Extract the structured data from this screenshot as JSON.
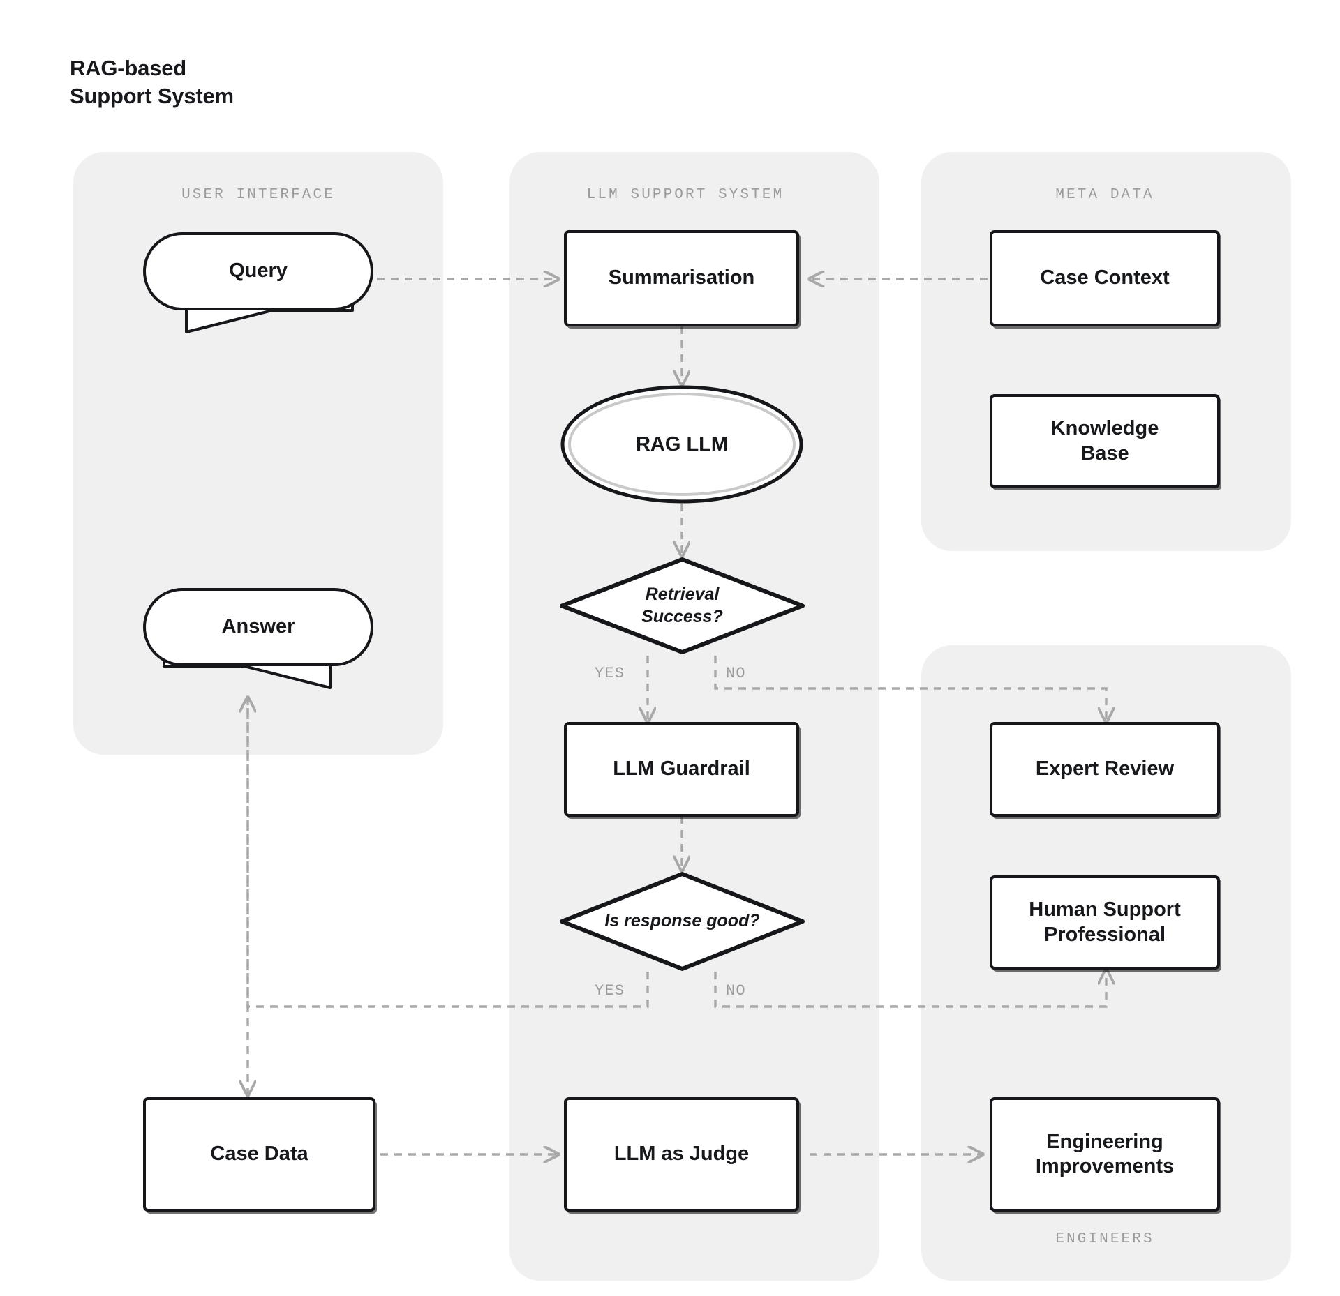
{
  "title": "RAG-based\nSupport System",
  "colors": {
    "lane_bg": "#f0f0f0",
    "node_stroke": "#15171a",
    "node_fill": "#ffffff",
    "edge": "#a8a8a8",
    "muted_text": "#9b9b9b",
    "text": "#16181c"
  },
  "lanes": [
    {
      "id": "user-interface",
      "label": "USER INTERFACE"
    },
    {
      "id": "llm-support",
      "label": "LLM SUPPORT SYSTEM"
    },
    {
      "id": "meta-data",
      "label": "META DATA"
    },
    {
      "id": "engineers",
      "label": "ENGINEERS"
    }
  ],
  "nodes": {
    "query": {
      "label": "Query",
      "shape": "speech-bubble"
    },
    "answer": {
      "label": "Answer",
      "shape": "speech-bubble"
    },
    "case_data": {
      "label": "Case Data",
      "shape": "process"
    },
    "summarisation": {
      "label": "Summarisation",
      "shape": "process"
    },
    "rag_llm": {
      "label": "RAG LLM",
      "shape": "double-ellipse"
    },
    "retrieval_success": {
      "label": "Retrieval\nSuccess?",
      "shape": "decision"
    },
    "llm_guardrail": {
      "label": "LLM Guardrail",
      "shape": "process"
    },
    "is_response_good": {
      "label": "Is response good?",
      "shape": "decision"
    },
    "llm_as_judge": {
      "label": "LLM as Judge",
      "shape": "process"
    },
    "case_context": {
      "label": "Case Context",
      "shape": "process"
    },
    "knowledge_base": {
      "label": "Knowledge\nBase",
      "shape": "process"
    },
    "expert_review": {
      "label": "Expert Review",
      "shape": "process"
    },
    "human_support": {
      "label": "Human Support\nProfessional",
      "shape": "process"
    },
    "engineering_improvements": {
      "label": "Engineering\nImprovements",
      "shape": "process"
    }
  },
  "edge_labels": {
    "retrieval_yes": "YES",
    "retrieval_no": "NO",
    "response_yes": "YES",
    "response_no": "NO"
  },
  "edges": [
    {
      "from": "query",
      "to": "summarisation",
      "label": ""
    },
    {
      "from": "case_context",
      "to": "summarisation",
      "label": ""
    },
    {
      "from": "summarisation",
      "to": "rag_llm",
      "label": ""
    },
    {
      "from": "rag_llm",
      "to": "retrieval_success",
      "label": ""
    },
    {
      "from": "retrieval_success",
      "to": "llm_guardrail",
      "label": "YES"
    },
    {
      "from": "retrieval_success",
      "to": "expert_review",
      "label": "NO"
    },
    {
      "from": "llm_guardrail",
      "to": "is_response_good",
      "label": ""
    },
    {
      "from": "is_response_good",
      "to": "answer",
      "label": "YES"
    },
    {
      "from": "is_response_good",
      "to": "human_support",
      "label": "NO"
    },
    {
      "from": "answer",
      "to": "case_data",
      "label": ""
    },
    {
      "from": "case_data",
      "to": "llm_as_judge",
      "label": ""
    },
    {
      "from": "llm_as_judge",
      "to": "engineering_improvements",
      "label": ""
    }
  ]
}
